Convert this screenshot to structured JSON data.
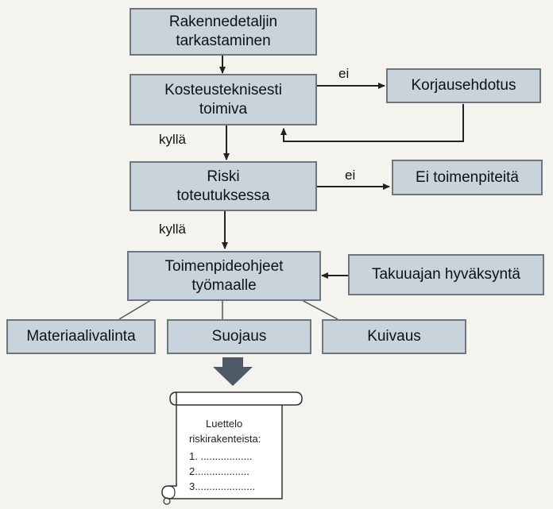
{
  "nodes": {
    "tarkastaminen": "Rakennedetaljin\ntarkastaminen",
    "kosteus": "Kosteusteknisesti\ntoimiva",
    "korjausehdotus": "Korjausehdotus",
    "riski": "Riski\ntoteutuksessa",
    "ei_toimenpiteita": "Ei toimenpiteitä",
    "toimenpideohjeet": "Toimenpideohjeet\ntyömaalle",
    "takuuajan": "Takuuajan hyväksyntä",
    "materiaalivalinta": "Materiaalivalinta",
    "suojaus": "Suojaus",
    "kuivaus": "Kuivaus"
  },
  "edge_labels": {
    "ei_1": "ei",
    "kylla_1": "kyllä",
    "ei_2": "ei",
    "kylla_2": "kyllä"
  },
  "document": {
    "title": "Luettelo",
    "subtitle": "riskirakenteista:",
    "items": [
      "1. ..................",
      "2...................",
      "3....................."
    ]
  },
  "colors": {
    "box_fill": "#c8d3dc",
    "box_border": "#6e7780",
    "arrow": "#222222",
    "big_arrow": "#4e5b66"
  }
}
